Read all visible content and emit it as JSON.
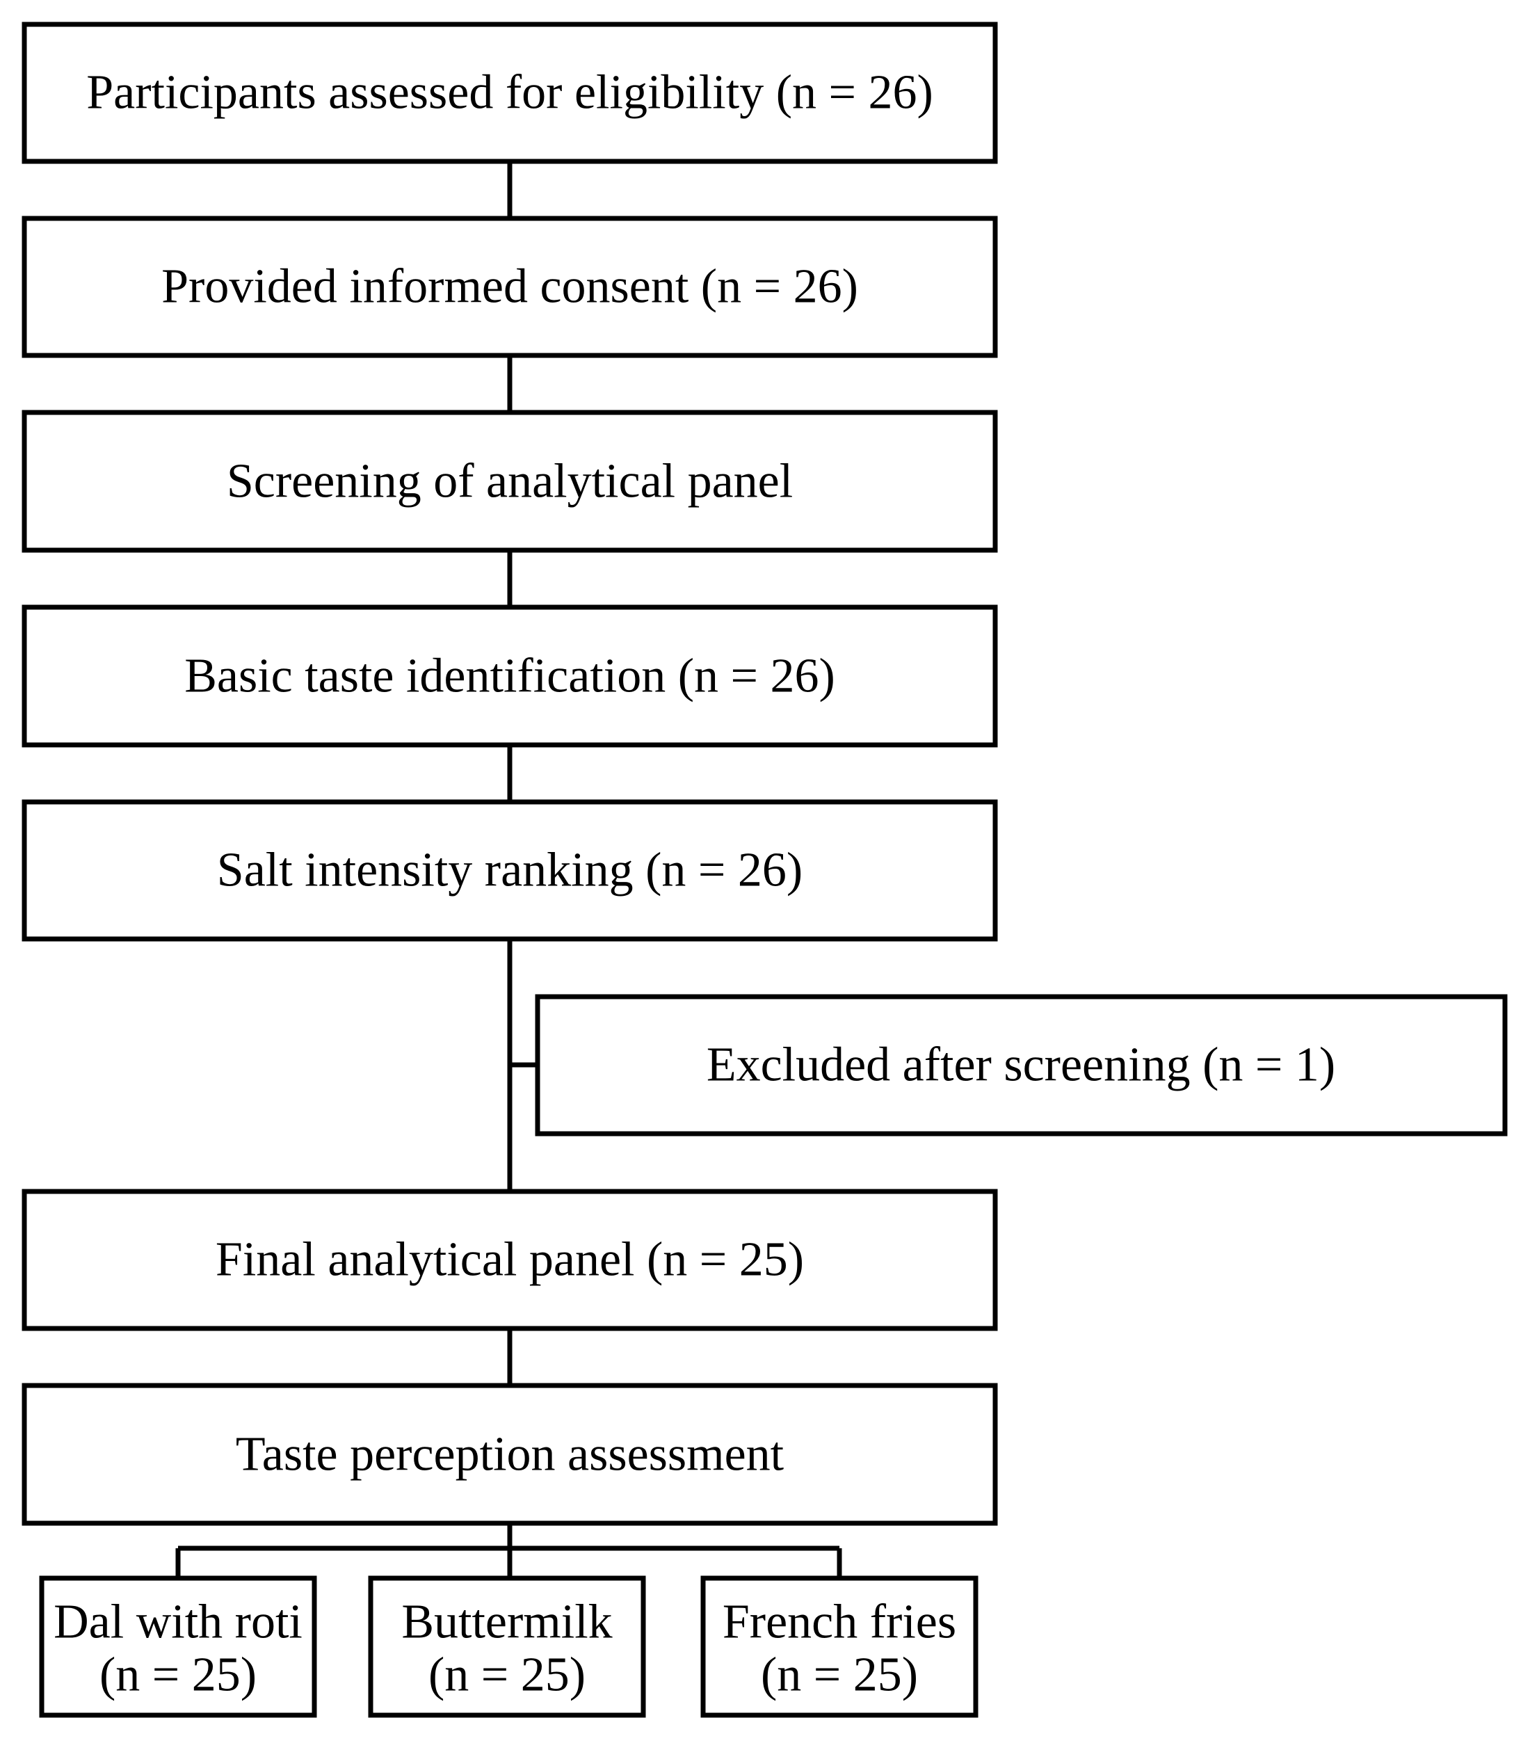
{
  "steps": {
    "eligibility": "Participants assessed for eligibility (n = 26)",
    "consent": "Provided informed consent (n = 26)",
    "screening": "Screening of analytical panel",
    "basic_taste": "Basic taste identification (n = 26)",
    "salt_ranking": "Salt intensity ranking (n = 26)",
    "excluded": "Excluded after screening (n = 1)",
    "final_panel": "Final analytical panel (n = 25)",
    "assessment": "Taste perception assessment"
  },
  "foods": [
    {
      "name": "Dal with roti",
      "count": "(n = 25)"
    },
    {
      "name": "Buttermilk",
      "count": "(n = 25)"
    },
    {
      "name": "French fries",
      "count": "(n = 25)"
    }
  ]
}
